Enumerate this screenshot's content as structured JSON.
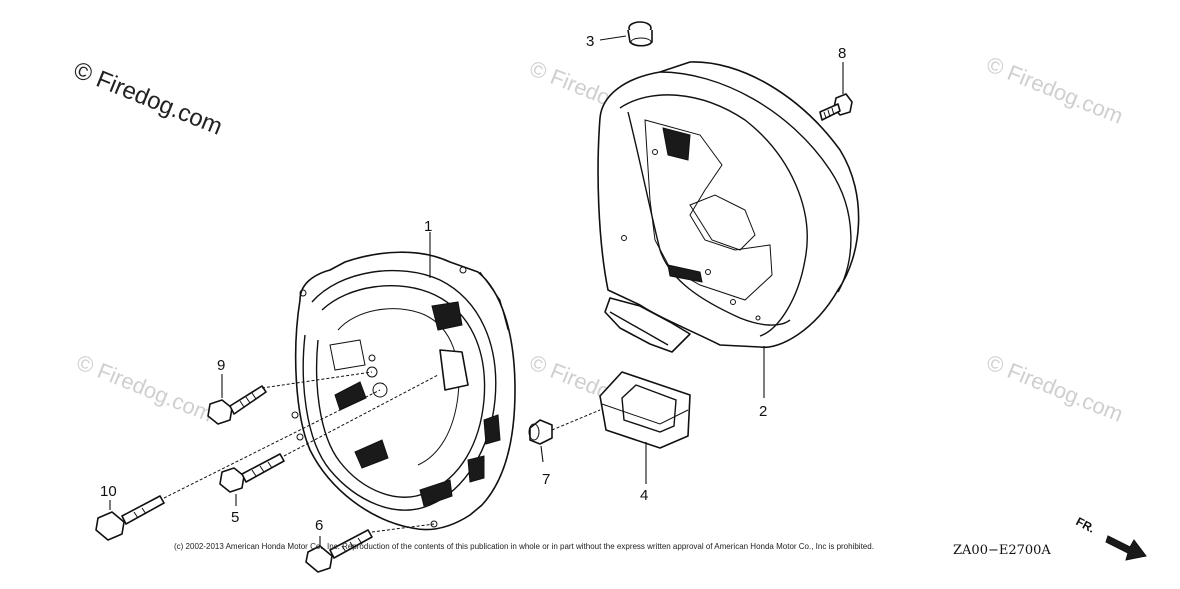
{
  "watermarks": {
    "primary": "© Firedog.com",
    "faint": "© Firedog.com"
  },
  "callouts": [
    "1",
    "2",
    "3",
    "4",
    "5",
    "6",
    "7",
    "8",
    "9",
    "10"
  ],
  "copyright": "(c) 2002-2013 American Honda Motor Co., Inc. Reproduction of the contents of this publication in whole or in part without the express written approval of American Honda Motor Co., Inc is prohibited.",
  "diagram_code": "ZA00−E2700A",
  "direction_label": "FR."
}
